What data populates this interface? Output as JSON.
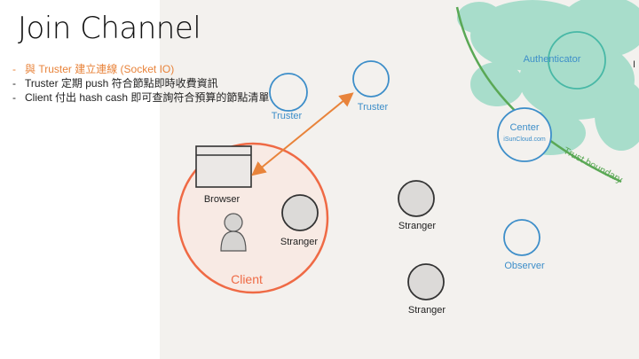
{
  "slide": {
    "title": "Join Channel",
    "bullets": [
      {
        "text": "與 Truster 建立連線 (Socket IO)",
        "highlight": true
      },
      {
        "text": "Truster 定期 push 符合節點即時收費資訊",
        "highlight": false
      },
      {
        "text": "Client 付出 hash cash 即可查詢符合預算的節點清單",
        "highlight": false
      }
    ]
  },
  "diagram": {
    "nodes": {
      "truster_left": "Truster",
      "truster_right": "Truster",
      "authenticator": "Authenticator",
      "center": "Center",
      "center_sub": "iSunCloud.com",
      "browser": "Browser",
      "stranger_client": "Stranger",
      "stranger_mid": "Stranger",
      "stranger_bottom": "Stranger",
      "observer": "Observer",
      "client": "Client"
    },
    "trust_boundary": "Trust boundary",
    "edge_marker": "I",
    "colors": {
      "accent": "#e8833a",
      "client_ring": "#ef6a45",
      "client_fill": "#fbe3dc",
      "node_blue": "#3d8ec9",
      "node_teal": "#48b8a6",
      "boundary_green": "#5aa855",
      "stranger_fill": "#dcdad8",
      "cloud": "#8fd7c0"
    }
  }
}
